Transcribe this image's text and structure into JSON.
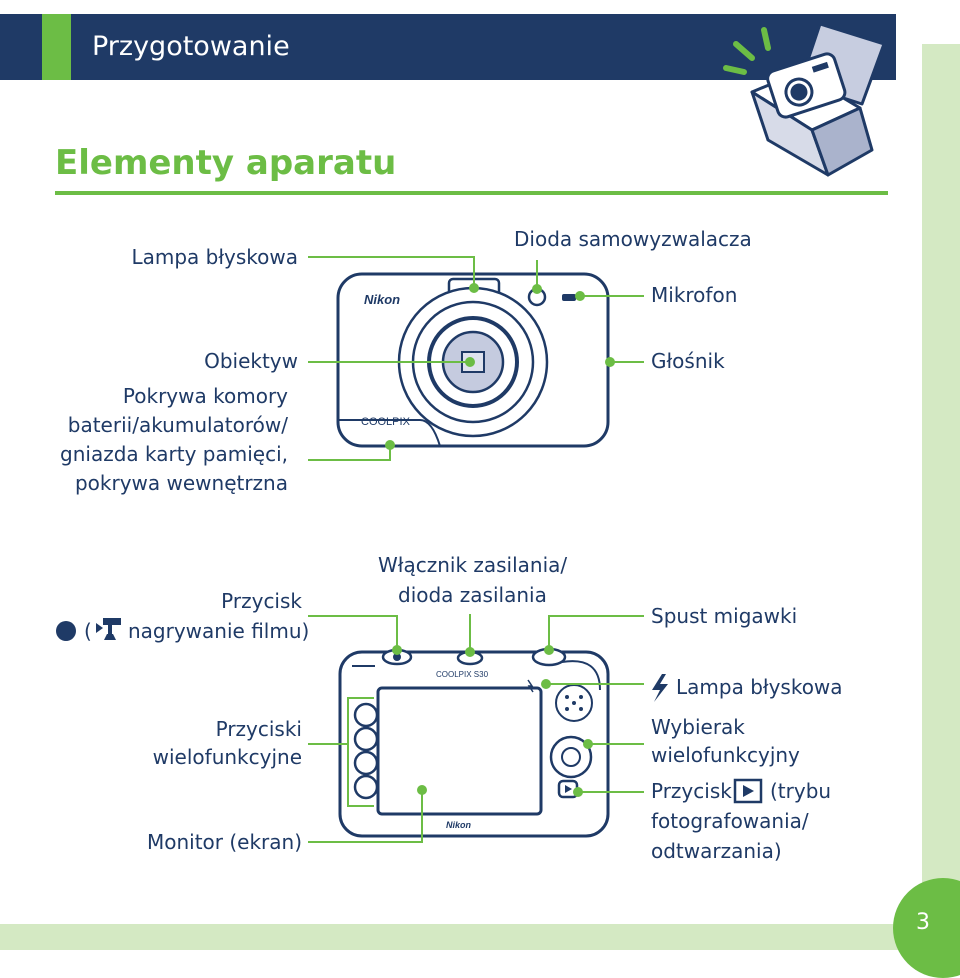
{
  "header": {
    "title": "Przygotowanie"
  },
  "section": {
    "title": "Elementy aparatu"
  },
  "front_labels": {
    "flash_lamp": "Lampa błyskowa",
    "self_timer": "Dioda samowyzwalacza",
    "microphone": "Mikrofon",
    "lens": "Obiektyw",
    "battery_cover": [
      "Pokrywa komory",
      "baterii/akumulatorów/",
      "gniazda karty pamięci,",
      "pokrywa wewnętrzna"
    ],
    "speaker": "Głośnik"
  },
  "back_labels": {
    "movie_button": [
      "Przycisk",
      "(",
      "nagrywanie filmu)"
    ],
    "power_switch": [
      "Włącznik zasilania/",
      "dioda zasilania"
    ],
    "shutter": "Spust migawki",
    "flash_lamp": "Lampa błyskowa",
    "multi_buttons": [
      "Przyciski",
      "wielofunkcyjne"
    ],
    "multi_selector": [
      "Wybierak",
      "wielofunkcyjny"
    ],
    "playback_button": [
      "Przycisk",
      "(trybu",
      "fotografowania/",
      "odtwarzania)"
    ],
    "monitor": "Monitor (ekran)"
  },
  "camera_text": {
    "brand": "Nikon",
    "model": "COOLPIX",
    "model_back": "COOLPIX S30",
    "brand_back": "Nikon"
  },
  "page_number": "3",
  "colors": {
    "navy": "#1f3a66",
    "green": "#6cbd45",
    "light_green": "#d4e9c3"
  }
}
